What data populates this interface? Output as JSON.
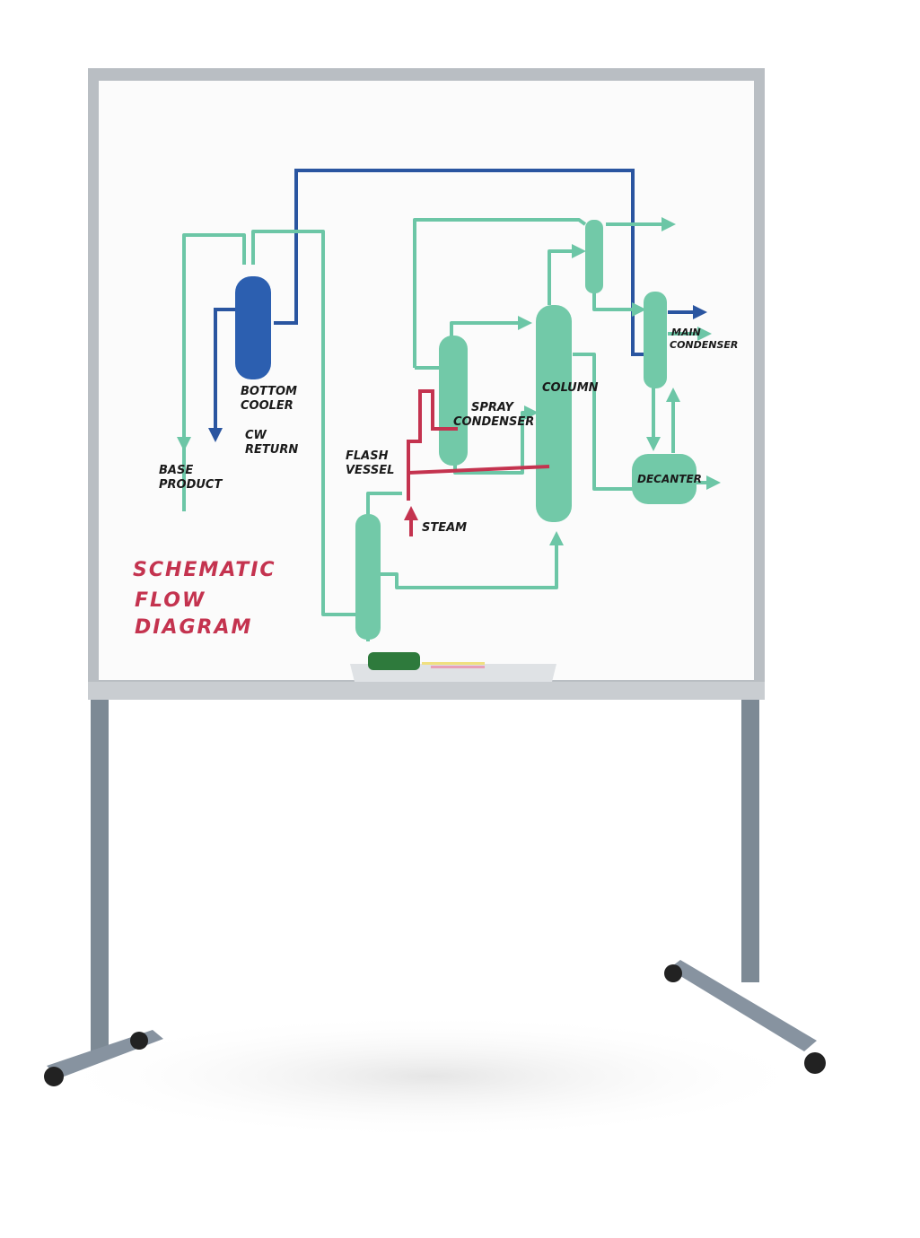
{
  "diagram": {
    "title_lines": [
      "SCHEMATIC",
      "FLOW",
      "DIAGRAM"
    ],
    "labels": {
      "bottom_cooler": [
        "BOTTOM",
        "COOLER"
      ],
      "cw_return": [
        "CW",
        "RETURN"
      ],
      "base_product": [
        "BASE",
        "PRODUCT"
      ],
      "flash_vessel": [
        "FLASH",
        "VESSEL"
      ],
      "spray_condenser": [
        "SPRAY",
        "CONDENSER"
      ],
      "column": "COLUMN",
      "main_condenser": [
        "MAIN",
        "CONDENSER"
      ],
      "decanter": "DECANTER",
      "steam": "STEAM"
    }
  },
  "colors": {
    "green_marker": "#6cc6a6",
    "blue_marker": "#2a55a0",
    "red_marker": "#c4334f",
    "frame": "#b9bec3",
    "stand": "#7d8a95"
  }
}
